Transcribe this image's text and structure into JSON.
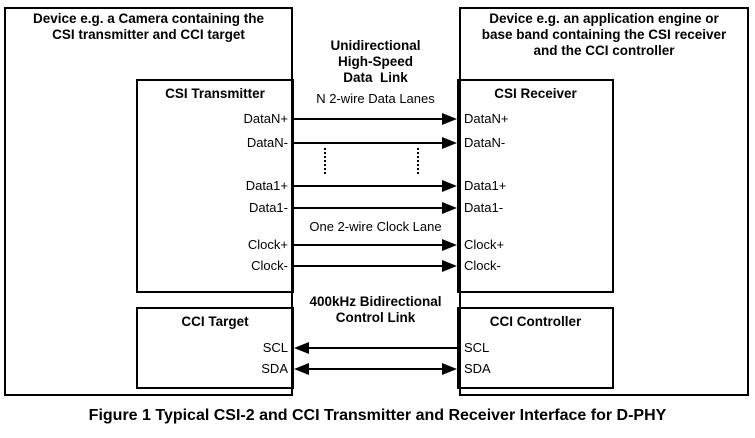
{
  "diagram": {
    "left_device": {
      "title_line1": "Device e.g. a Camera containing the",
      "title_line2": "CSI transmitter and CCI target",
      "csi_block": {
        "title": "CSI Transmitter",
        "signals": [
          "DataN+",
          "DataN-",
          "Data1+",
          "Data1-",
          "Clock+",
          "Clock-"
        ]
      },
      "cci_block": {
        "title": "CCI Target",
        "signals": [
          "SCL",
          "SDA"
        ]
      }
    },
    "right_device": {
      "title_line1": "Device e.g. an application engine or",
      "title_line2": "base band containing the CSI receiver",
      "title_line3": "and the CCI controller",
      "csi_block": {
        "title": "CSI Receiver",
        "signals": [
          "DataN+",
          "DataN-",
          "Data1+",
          "Data1-",
          "Clock+",
          "Clock-"
        ]
      },
      "cci_block": {
        "title": "CCI Controller",
        "signals": [
          "SCL",
          "SDA"
        ]
      }
    },
    "links": {
      "hs_link_line1": "Unidirectional",
      "hs_link_line2": "High-Speed",
      "hs_link_line3": "Data  Link",
      "data_lanes_label": "N 2-wire Data Lanes",
      "clock_lane_label": "One 2-wire Clock Lane",
      "control_link_line1": "400kHz Bidirectional",
      "control_link_line2": "Control Link"
    },
    "caption": "Figure 1 Typical CSI-2 and CCI Transmitter and Receiver Interface for D-PHY",
    "colors": {
      "line": "#000000",
      "background": "#ffffff"
    }
  }
}
